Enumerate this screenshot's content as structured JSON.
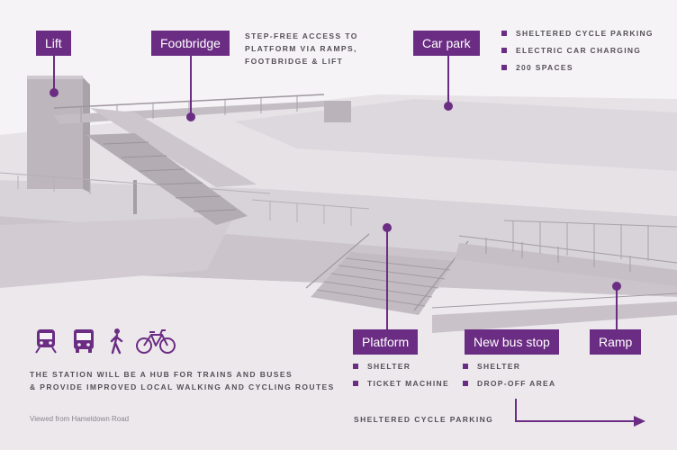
{
  "labels": {
    "lift": "Lift",
    "footbridge": "Footbridge",
    "car_park": "Car park",
    "platform": "Platform",
    "bus_stop": "New bus stop",
    "ramp": "Ramp"
  },
  "footbridge_note": [
    "STEP-FREE ACCESS TO",
    "PLATFORM VIA RAMPS,",
    "FOOTBRIDGE & LIFT"
  ],
  "car_park_features": [
    "SHELTERED CYCLE PARKING",
    "ELECTRIC CAR CHARGING",
    "200 SPACES"
  ],
  "platform_features": [
    "SHELTER",
    "TICKET MACHINE"
  ],
  "bus_stop_features": [
    "SHELTER",
    "DROP-OFF AREA"
  ],
  "hub_text": [
    "THE STATION WILL BE A HUB FOR TRAINS AND BUSES",
    "& PROVIDE IMPROVED LOCAL WALKING AND CYCLING ROUTES"
  ],
  "transport_icons": [
    "train-icon",
    "bus-icon",
    "walking-icon",
    "bicycle-icon"
  ],
  "caption": "Viewed from Hameldown Road",
  "cycle_parking_note": "SHELTERED CYCLE PARKING",
  "colors": {
    "accent": "#6b2d83",
    "text": "#555058"
  }
}
